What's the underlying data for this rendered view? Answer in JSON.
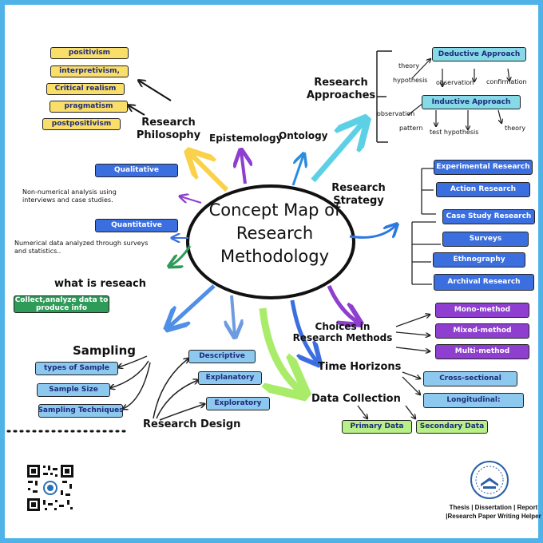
{
  "central_title": "Concept Map of Research Methodology",
  "research_philosophy": {
    "title": "Research Philosophy",
    "items": [
      "positivism",
      "interpretivism,",
      "Critical realism",
      "pragmatism",
      "postpositivism"
    ]
  },
  "epistemology": "Epistemology",
  "ontology": "Ontology",
  "research_approaches": {
    "title": "Research Approaches",
    "deductive": {
      "label": "Deductive Approach",
      "steps": [
        "theory",
        "hypothesis",
        "observation",
        "confirmation"
      ]
    },
    "inductive": {
      "label": "Inductive Approach",
      "steps": [
        "observation",
        "pattern",
        "test hypothesis",
        "theory"
      ]
    }
  },
  "qualitative": {
    "label": "Qualitative",
    "note": "Non-numerical analysis using interviews and case studies."
  },
  "quantitative": {
    "label": "Quantitative",
    "note": "Numerical data analyzed through surveys and statistics.."
  },
  "what_is_research": {
    "title": "what is reseach",
    "answer": "Collect,analyze data to produce info"
  },
  "research_strategy": {
    "title": "Research Strategy",
    "items": [
      "Experimental Research",
      "Action Research",
      "Case Study Research",
      "Surveys",
      "Ethnography",
      "Archival Research"
    ]
  },
  "choices": {
    "title": "Choices in Research Methods",
    "items": [
      "Mono-method",
      "Mixed-method",
      "Multi-method"
    ]
  },
  "time_horizons": {
    "title": "Time Horizons",
    "items": [
      "Cross-sectional",
      "Longitudinal:"
    ]
  },
  "data_collection": {
    "title": "Data Collection",
    "items": [
      "Primary Data",
      "Secondary Data"
    ]
  },
  "sampling": {
    "title": "Sampling",
    "items": [
      "types of Sample",
      "Sample Size",
      "Sampling Techniques"
    ]
  },
  "research_design": {
    "title": "Research Design",
    "items": [
      "Descriptive",
      "Explanatory",
      "Exploratory"
    ]
  },
  "footer": {
    "tagline": "Thesis | Dissertation | Report |Research Paper Writing Helper"
  },
  "colors": {
    "frame": "#4fb3e8",
    "yellow": "#f9de6a",
    "blue": "#3b6fe0",
    "light_blue": "#8dc9ee",
    "teal": "#86d9e6",
    "purple": "#8f3fcf",
    "green": "#2e9c58",
    "light_green": "#b8ef88"
  },
  "icons": [
    "qr-code-icon",
    "logo-seal-icon"
  ]
}
